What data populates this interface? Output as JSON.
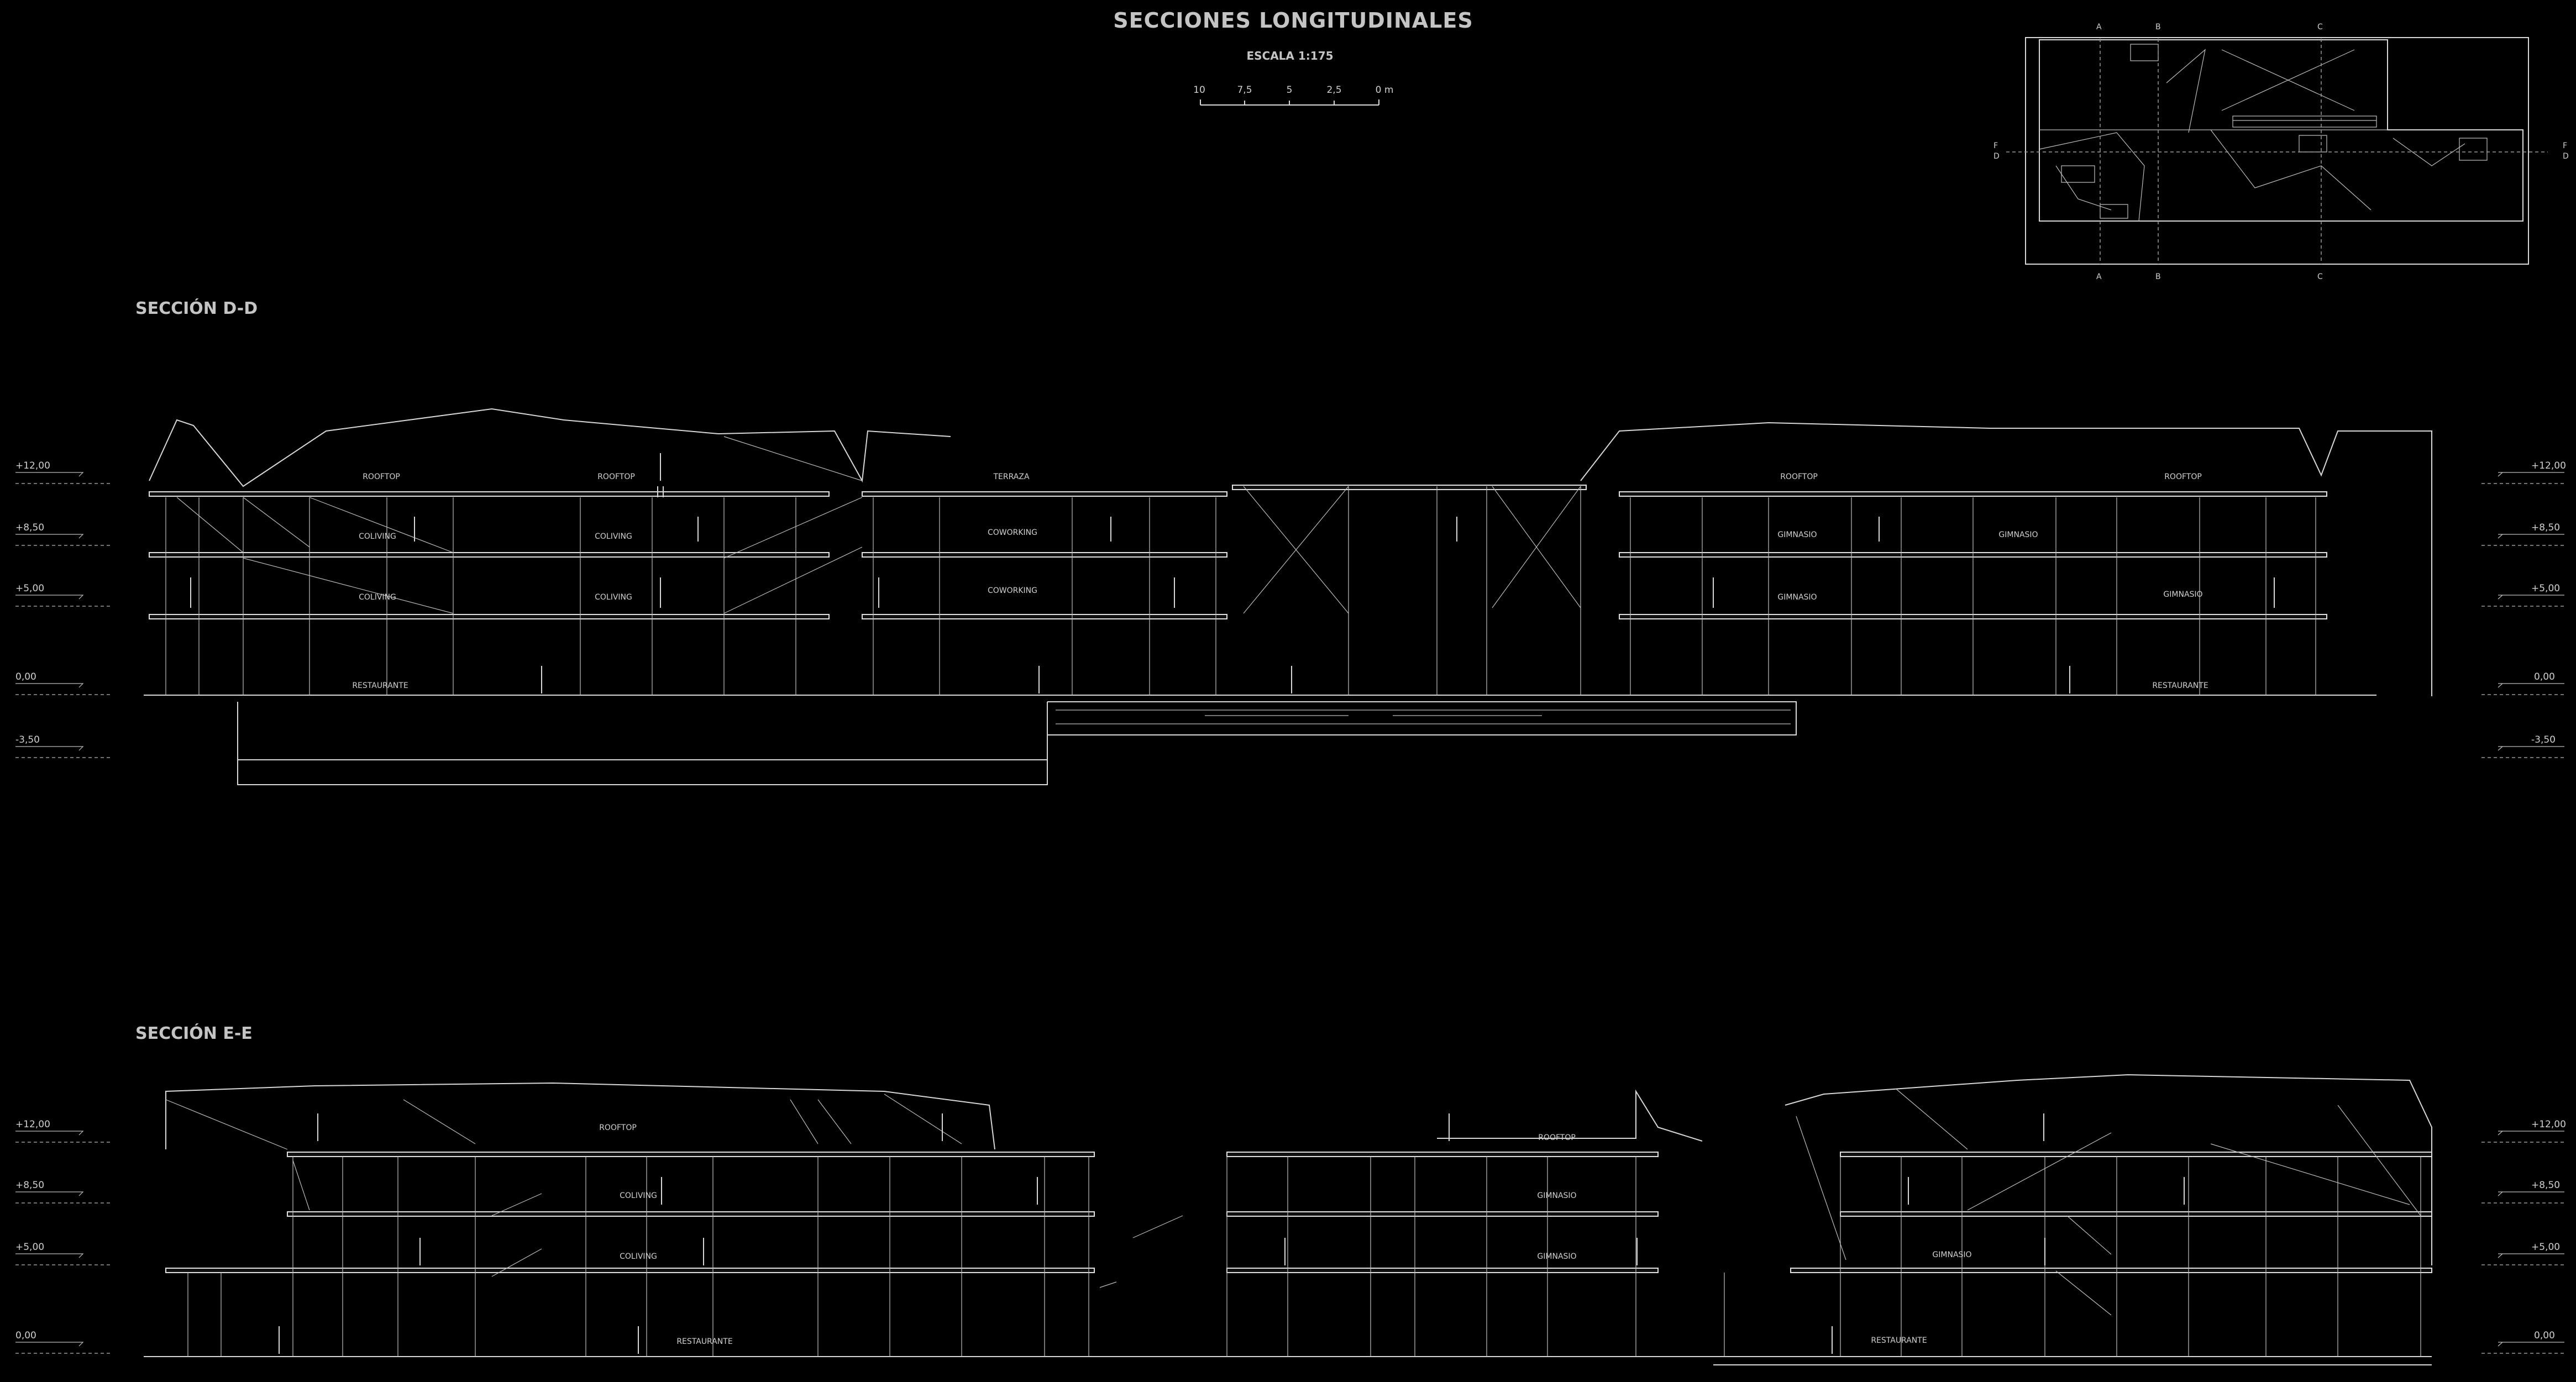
{
  "sheet": {
    "title": "SECCIONES LONGITUDINALES",
    "scale_label": "ESCALA 1:175",
    "scale_ticks": [
      "10",
      "7,5",
      "5",
      "2,5",
      "0 m"
    ]
  },
  "keyplan": {
    "top_marks": [
      "A",
      "B",
      "C"
    ],
    "bottom_marks": [
      "A",
      "B",
      "C"
    ],
    "side_left": [
      "F",
      "D"
    ],
    "side_right": [
      "F",
      "D"
    ]
  },
  "section_dd": {
    "label": "SECCIÓN D-D",
    "levels": [
      "+12,00",
      "+8,50",
      "+5,00",
      "0,00",
      "-3,50"
    ],
    "rooms": [
      "ROOFTOP",
      "ROOFTOP",
      "TERRAZA",
      "ROOFTOP",
      "ROOFTOP",
      "COLIVING",
      "COLIVING",
      "COWORKING",
      "GIMNASIO",
      "GIMNASIO",
      "COLIVING",
      "COLIVING",
      "COWORKING",
      "GIMNASIO",
      "GIMNASIO",
      "RESTAURANTE",
      "RESTAURANTE"
    ]
  },
  "section_ee": {
    "label": "SECCIÓN E-E",
    "levels": [
      "+12,00",
      "+8,50",
      "+5,00",
      "0,00"
    ],
    "rooms": [
      "ROOFTOP",
      "ROOFTOP",
      "COLIVING",
      "GIMNASIO",
      "COLIVING",
      "GIMNASIO",
      "GIMNASIO",
      "RESTAURANTE",
      "RESTAURANTE"
    ]
  }
}
